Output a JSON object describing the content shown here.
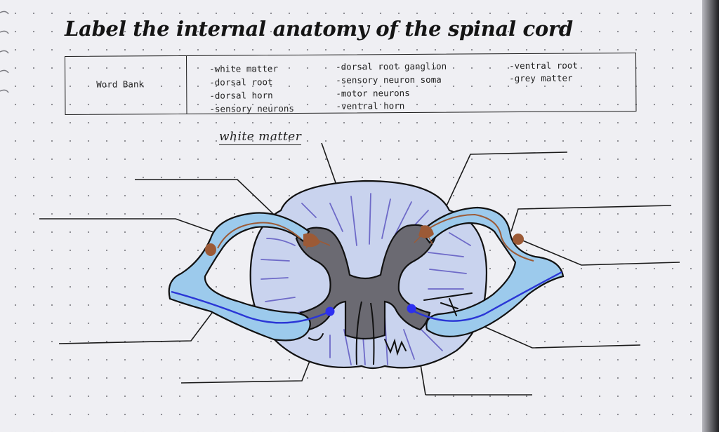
{
  "title": "Label the internal anatomy of the spinal cord",
  "word_bank": {
    "label": "Word Bank",
    "terms": [
      "-white matter",
      "-dorsal root",
      "-dorsal horn",
      "-sensory neurons",
      "-dorsal root ganglion",
      "-sensory neuron soma",
      "-motor neurons",
      "-ventral horn",
      "-ventral root",
      "-grey matter"
    ]
  },
  "filled_answer": "white matter",
  "colors": {
    "white_matter": "#c9d3ee",
    "grey_matter": "#6b6a72",
    "root_fill": "#9ccaec",
    "nerve_line": "#2a36d6",
    "ganglion": "#9c5a36",
    "tract_lines": "#6e6ac8",
    "soma_dot": "#2d2ff0"
  }
}
